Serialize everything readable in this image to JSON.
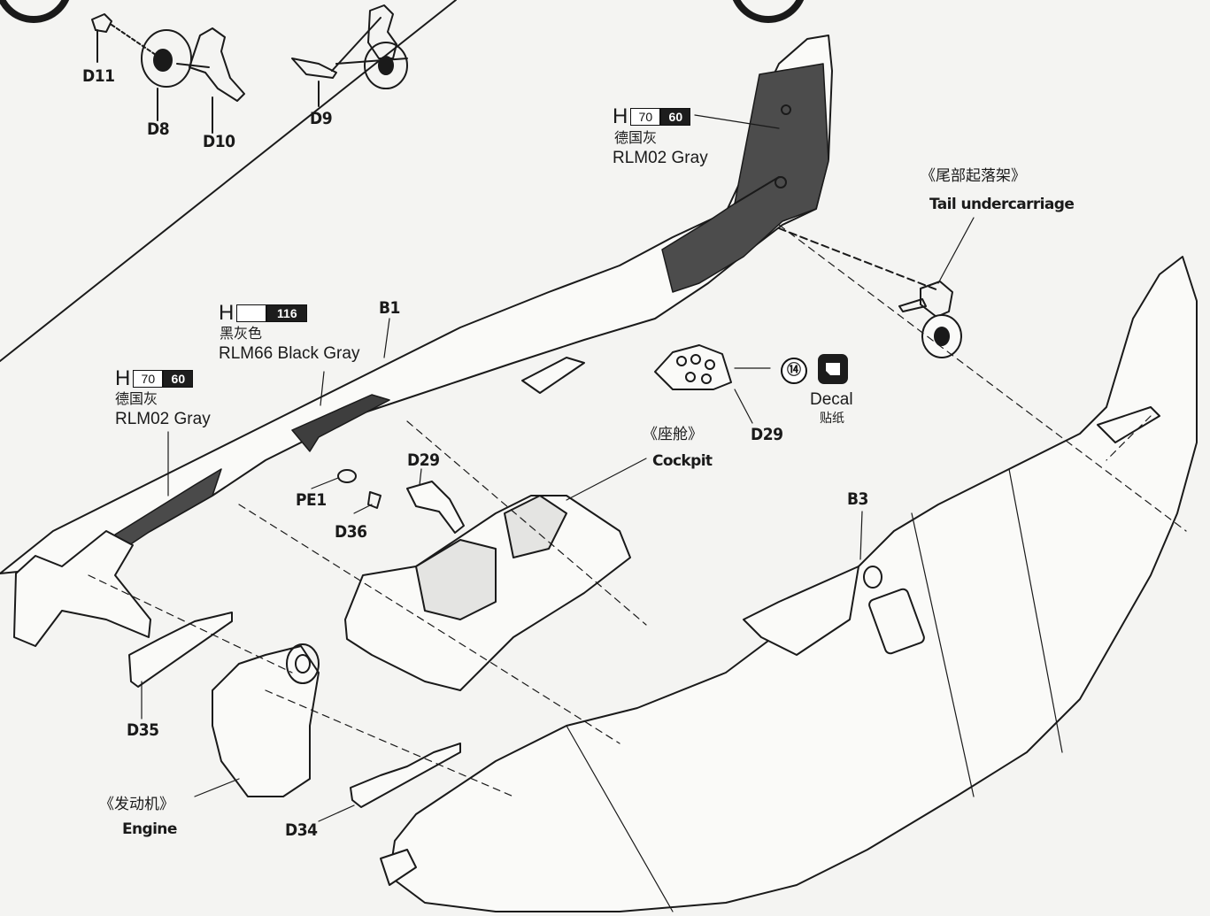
{
  "parts": {
    "d11": "D11",
    "d8": "D8",
    "d10": "D10",
    "d9": "D9",
    "b1": "B1",
    "b3": "B3",
    "pe1": "PE1",
    "d36": "D36",
    "d29_top": "D29",
    "d29_panel": "D29",
    "d35": "D35",
    "d34": "D34"
  },
  "paint_tail": {
    "prefix": "H",
    "code1": "70",
    "code2": "60",
    "name_cn": "德国灰",
    "name_en": "RLM02 Gray"
  },
  "paint_b1": {
    "prefix": "H",
    "code2": "116",
    "name_cn": "黑灰色",
    "name_en": "RLM66 Black Gray"
  },
  "paint_nose": {
    "prefix": "H",
    "code1": "70",
    "code2": "60",
    "name_cn": "德国灰",
    "name_en": "RLM02 Gray"
  },
  "tail_undercarriage": {
    "cn": "《尾部起落架》",
    "en": "Tail undercarriage"
  },
  "cockpit": {
    "cn": "《座舱》",
    "en": "Cockpit"
  },
  "engine": {
    "cn": "《发动机》",
    "en": "Engine"
  },
  "decal": {
    "step": "⑭",
    "en": "Decal",
    "cn": "贴纸",
    "icon": "decal-sheet-icon"
  },
  "colors": {
    "ink": "#1a1a1a",
    "paper": "#f4f4f2",
    "shade": "#4a4a4a"
  }
}
